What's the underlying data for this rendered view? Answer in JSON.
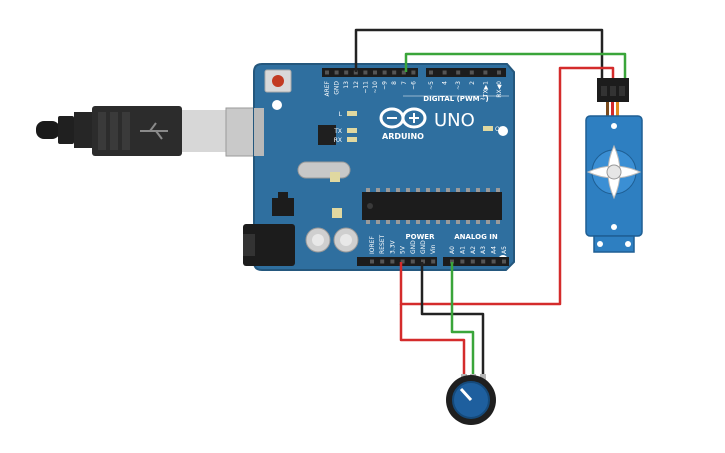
{
  "board": {
    "model": "UNO",
    "brand": "ARDUINO",
    "header_digital": "DIGITAL (PWM~)",
    "header_power": "POWER",
    "header_analog": "ANALOG IN",
    "led_l": "L",
    "led_tx": "TX",
    "led_rx": "RX",
    "led_on": "ON",
    "digital_pins": [
      "AREF",
      "GND",
      "13",
      "12",
      "~11",
      "~10",
      "~9",
      "8",
      "7",
      "~6",
      "~5",
      "4",
      "~3",
      "2",
      "TX▶1",
      "RX◀0"
    ],
    "power_pins": [
      "IOREF",
      "RESET",
      "3.3V",
      "5V",
      "GND",
      "GND",
      "Vin"
    ],
    "analog_pins": [
      "A0",
      "A1",
      "A2",
      "A3",
      "A4",
      "A5"
    ]
  },
  "colors": {
    "board": "#2f6f9f",
    "board_edge": "#24577d",
    "wire_black": "#222222",
    "wire_green": "#3aa53a",
    "wire_red": "#d42b2b",
    "servo": "#2e7fc1",
    "pot": "#1e5f9e"
  },
  "components": {
    "usb_cable": "usb-cable-icon",
    "servo": "servo-motor-icon",
    "potentiometer": "potentiometer-icon"
  }
}
